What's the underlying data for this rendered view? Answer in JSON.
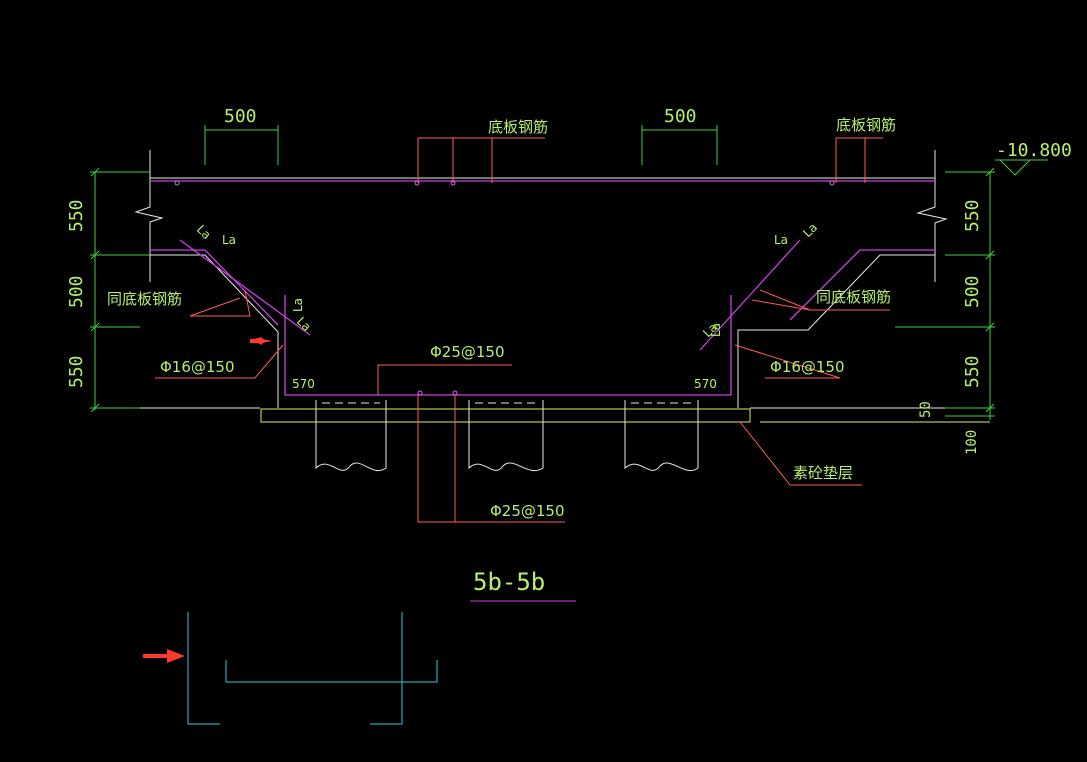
{
  "colors": {
    "background": "#000000",
    "dimension": "#3fcf3f",
    "slab": "#c840e0",
    "leader": "#ff5a5a",
    "outline": "#ffffff",
    "text": "#b6f06a",
    "sketch": "#2fc8d8",
    "pad": "#d8f060",
    "arrow": "#ff3a2a"
  },
  "dimensions": {
    "top_left": "500",
    "top_right": "500",
    "left": [
      "550",
      "500",
      "550"
    ],
    "right": [
      "550",
      "500",
      "550",
      "50",
      "100"
    ],
    "corner_left": "570",
    "corner_right": "570"
  },
  "labels": {
    "bottom_bar_top_1": "底板钢筋",
    "bottom_bar_top_2": "底板钢筋",
    "same_bar_left": "同底板钢筋",
    "same_bar_right": "同底板钢筋",
    "stirrup_left": "Φ16@150",
    "stirrup_right": "Φ16@150",
    "bottom_upper": "Φ25@150",
    "bottom_lower": "Φ25@150",
    "cushion": "素砼垫层",
    "elevation": "-10.800",
    "anchor_la_left_top": "La",
    "anchor_la_left_side": "La",
    "anchor_la_left_diag": "La",
    "anchor_la_left_diag2": "La",
    "anchor_la_right_top": "La",
    "anchor_la_right_side": "La",
    "anchor_la_right_diag": "La",
    "anchor_la_right_diag2": "La"
  },
  "section_title": "5b-5b",
  "icons": {
    "arrow_1": "red-arrow-icon",
    "arrow_2": "red-arrow-icon"
  }
}
